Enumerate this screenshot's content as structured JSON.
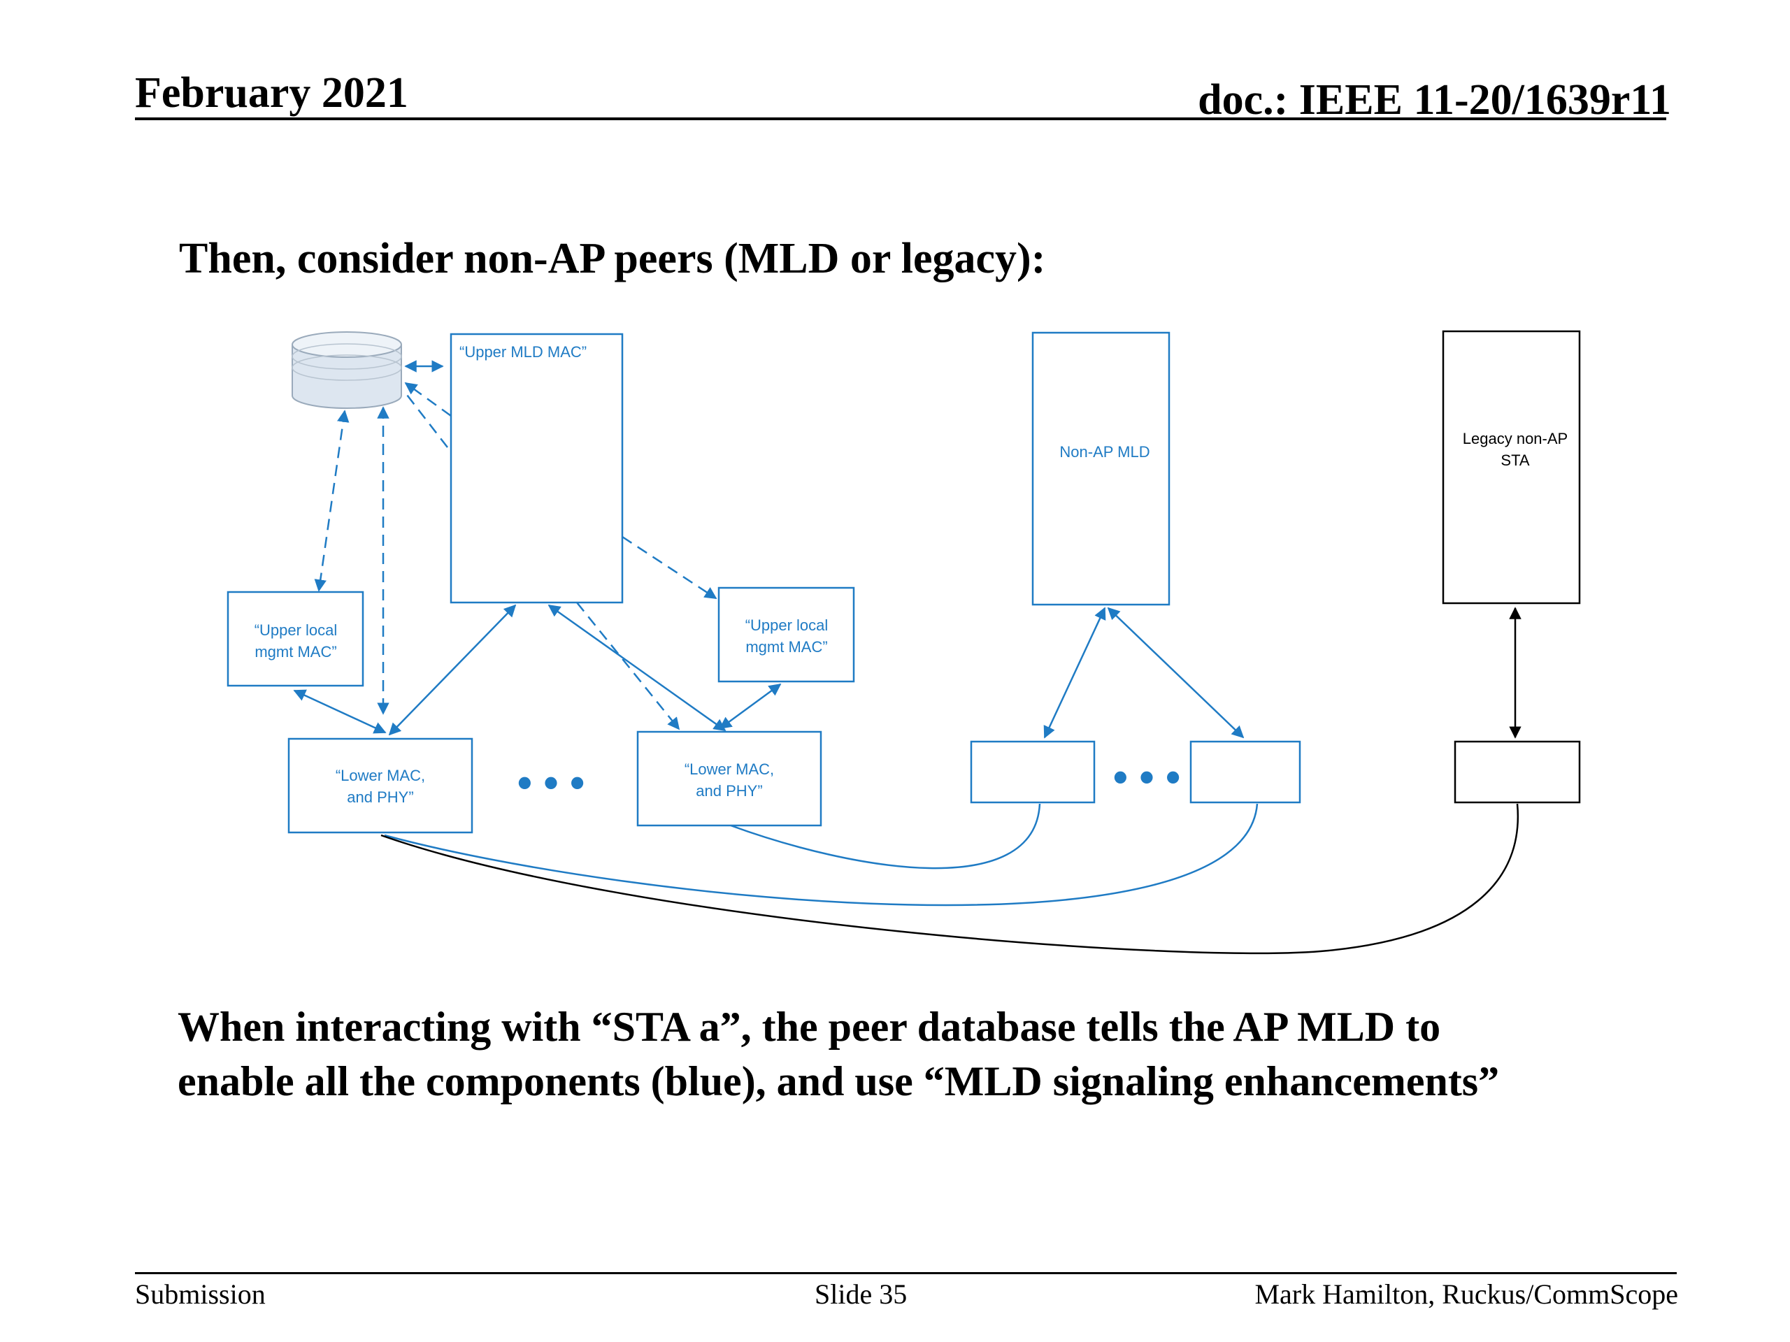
{
  "header": {
    "date": "February 2021",
    "doc": "doc.: IEEE 11-20/1639r11"
  },
  "slide": {
    "heading": "Then, consider non-AP peers (MLD or legacy):",
    "caption_line1": "When interacting with “STA a”, the peer database tells the AP MLD to",
    "caption_line2": "enable all the components (blue), and use “MLD signaling enhancements”"
  },
  "diagram": {
    "upper_mld_mac": "“Upper MLD MAC”",
    "upper_local_left_l1": "“Upper local",
    "upper_local_left_l2": "mgmt MAC”",
    "upper_local_right_l1": "“Upper local",
    "upper_local_right_l2": "mgmt MAC”",
    "lower_left_l1": "“Lower MAC,",
    "lower_left_l2": "and PHY”",
    "lower_right_l1": "“Lower MAC,",
    "lower_right_l2": "and PHY”",
    "non_ap_mld": "Non-AP MLD",
    "legacy_l1": "Legacy non-AP",
    "legacy_l2": "STA",
    "ellipsis": "• • •",
    "colors": {
      "blue": "#1f7bc4",
      "black": "#000000"
    }
  },
  "footer": {
    "left": "Submission",
    "center": "Slide 35",
    "right": "Mark Hamilton, Ruckus/CommScope"
  }
}
